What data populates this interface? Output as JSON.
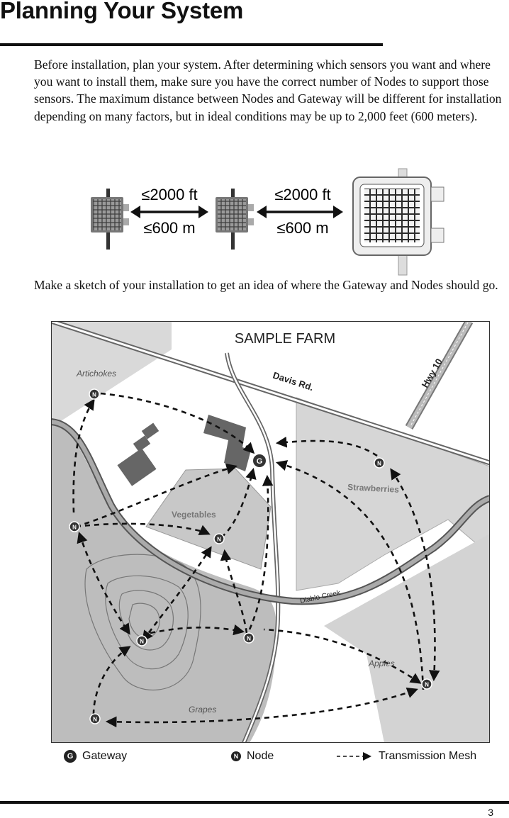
{
  "page": {
    "title": "Planning Your System",
    "intro": "Before installation, plan your system. After determining which sensors you want and where you want to install them, make sure you have the correct number of Nodes to support those sensors. The maximum distance between Nodes and Gateway will be different for installation depending on many factors, but in ideal conditions may be up to 2,000 feet (600 meters).",
    "sketch_instruction": "Make a sketch of your installation to get an idea of where the Gateway and Nodes should go.",
    "page_number": "3"
  },
  "distance_diagram": {
    "link1_ft": "≤2000 ft",
    "link1_m": "≤600 m",
    "link2_ft": "≤2000 ft",
    "link2_m": "≤600 m"
  },
  "map": {
    "title": "SAMPLE FARM",
    "road_davis": "Davis Rd.",
    "road_hwy": "Hwy 10",
    "creek": "Diablo Creek",
    "fields": {
      "artichokes": "Artichokes",
      "strawberries": "Strawberries",
      "vegetables": "Vegetables",
      "apples": "Apples",
      "grapes": "Grapes"
    },
    "gateway_letter": "G",
    "node_letter": "N"
  },
  "legend": {
    "gateway_badge": "G",
    "gateway_label": "Gateway",
    "node_badge": "N",
    "node_label": "Node",
    "mesh_label": "Transmission Mesh"
  }
}
